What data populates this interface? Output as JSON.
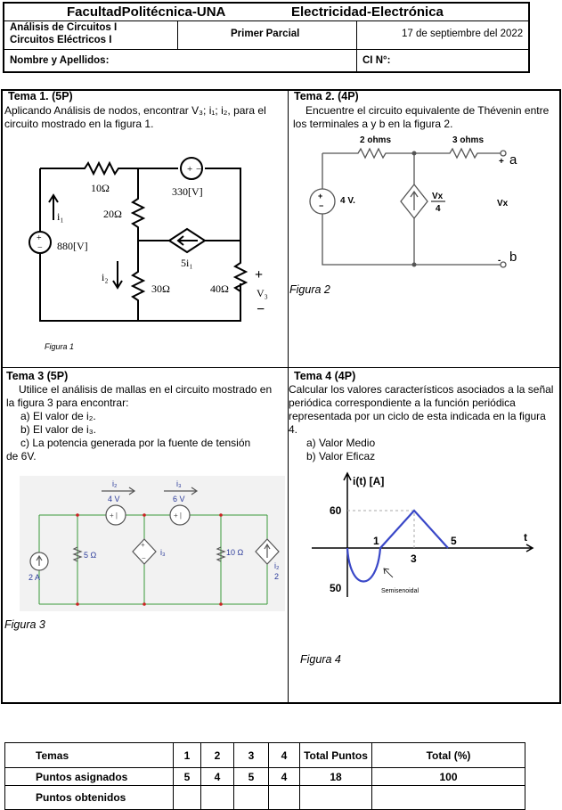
{
  "header": {
    "faculty": "FacultadPolitécnica-UNA",
    "department": "Electricidad-Electrónica",
    "course1": "Análisis de Circuitos I",
    "course2": "Circuitos Eléctricos I",
    "exam": "Primer Parcial",
    "date": "17 de septiembre del 2022",
    "name_label": "Nombre y Apellidos:",
    "ci_label": "CI N°:"
  },
  "questions": {
    "t1": {
      "title": "Tema 1. (5P)",
      "text": "Aplicando Análisis de nodos, encontrar V₃; i₁; i₂, para el circuito mostrado en la figura 1.",
      "caption": "Figura 1",
      "labels": {
        "r1": "10Ω",
        "r2": "20Ω",
        "r3": "30Ω",
        "r4": "40Ω",
        "vs1": "330[V]",
        "vs2": "880[V]",
        "cs": "5i₁",
        "i1": "i₁",
        "i2": "i₂",
        "v3": "V₃"
      }
    },
    "t2": {
      "title": "Tema 2. (4P)",
      "text": "Encuentre el circuito equivalente de Thévenin entre los terminales a y b en la figura 2.",
      "caption": "Figura 2",
      "labels": {
        "r1": "2 ohms",
        "r2": "3 ohms",
        "vs": "4 V.",
        "cs_num": "Vx",
        "cs_den": "4",
        "vx": "Vx",
        "a": "a",
        "b": "b",
        "plus": "+",
        "minus": "-"
      }
    },
    "t3": {
      "title": "Tema 3 (5P)",
      "intro": "Utilice el análisis de mallas en el circuito mostrado en la figura 3 para encontrar:",
      "items": [
        "a)  El valor de i₂.",
        "b)  El valor de i₃.",
        "c)  La potencia generada por la fuente de tensión de 6V."
      ],
      "caption": "Figura 3",
      "labels": {
        "i2": "i₂",
        "i3": "i₃",
        "v4": "4 V",
        "v6": "6 V",
        "r5": "5 Ω",
        "r10": "10 Ω",
        "cs2a": "2 A",
        "ci3": "i₃",
        "ci2": "i₂",
        "ci2den": "2"
      }
    },
    "t4": {
      "title": "Tema 4 (4P)",
      "text": "Calcular los valores característicos asociados a la señal periódica correspondiente a la función periódica representada por un ciclo de esta indicada en la figura 4.",
      "items": [
        "a)  Valor Medio",
        "b)  Valor Eficaz"
      ],
      "caption": "Figura 4",
      "labels": {
        "ylabel": "i(t) [A]",
        "xlabel": "t",
        "y60": "60",
        "y50": "50",
        "x1": "1",
        "x3": "3",
        "x5": "5",
        "note": "Semisenoidal"
      }
    }
  },
  "grades": {
    "header": [
      "Temas",
      "1",
      "2",
      "3",
      "4",
      "Total Puntos",
      "Total (%)"
    ],
    "assigned": [
      "Puntos asignados",
      "5",
      "4",
      "5",
      "4",
      "18",
      "100"
    ],
    "obtained": [
      "Puntos obtenidos",
      "",
      "",
      "",
      "",
      "",
      ""
    ]
  }
}
